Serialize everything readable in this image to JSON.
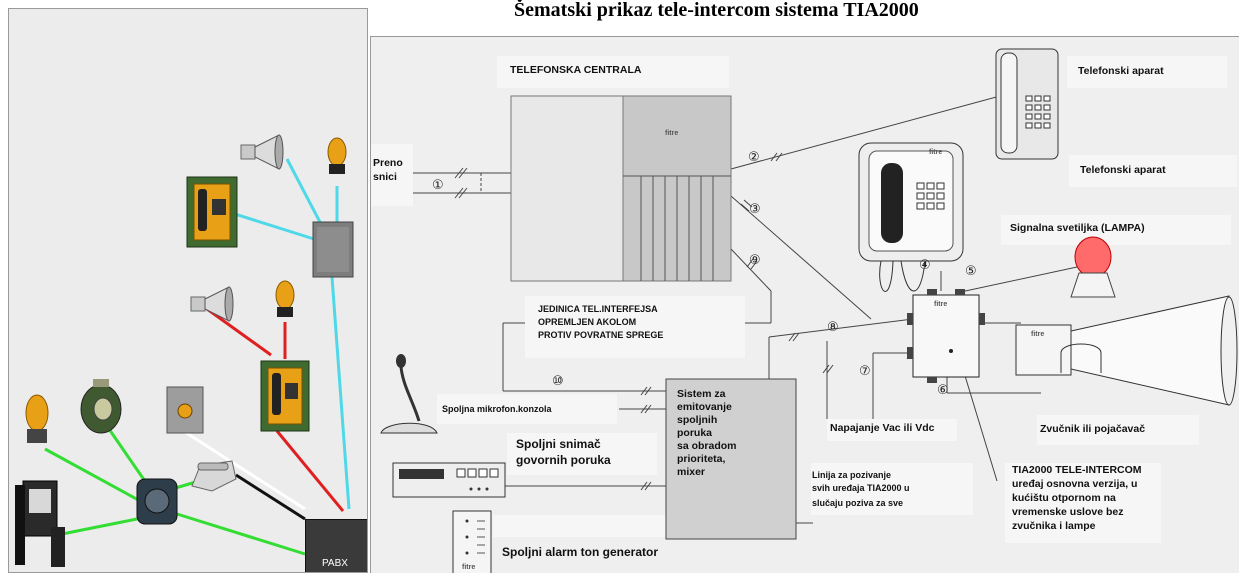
{
  "title": "Šematski prikaz tele-intercom sistema TIA2000",
  "labels": {
    "telefonska_centrala": "TELEFONSKA CENTRALA",
    "telefonski_aparat_1": "Telefonski aparat",
    "telefonski_aparat_2": "Telefonski aparat",
    "prenosnici_1": "Preno",
    "prenosnici_2": "snici",
    "signalna_svetiljka": "Signalna svetiljka (LAMPA)",
    "jedinica_line1": "JEDINICA TEL.INTERFEJSA",
    "jedinica_line2": "OPREMLJEN AKOLOM",
    "jedinica_line3": "PROTIV POVRATNE SPREGE",
    "mikrofon": "Spoljna mikrofon.konzola",
    "snimac_line1": "Spoljni snimač",
    "snimac_line2": "govornih poruka",
    "sistem_line1": "Sistem za",
    "sistem_line2": "emitovanje",
    "sistem_line3": "spoljnih",
    "sistem_line4": "poruka",
    "sistem_line5": "sa obradom",
    "sistem_line6": "prioriteta,",
    "sistem_line7": "mixer",
    "napajanje": "Napajanje Vac ili Vdc",
    "zvucnik": "Zvučnik ili pojačavač",
    "linija_line1": "Linija za pozivanje",
    "linija_line2": "svih uređaja TIA2000 u",
    "linija_line3": "slučaju poziva za sve",
    "tia_line1": "TIA2000 TELE-INTERCOM",
    "tia_line2": "uređaj osnovna verzija, u",
    "tia_line3": "kućištu otpornom na",
    "tia_line4": "vremenske uslove bez",
    "tia_line5": "zvučnika i lampe",
    "alarm": "Spoljni alarm ton generator",
    "pabx": "PABX",
    "brand": "fitre"
  },
  "markers": [
    "①",
    "②",
    "③",
    "⑨",
    "④",
    "⑤",
    "⑧",
    "⑦",
    "⑥",
    "⑩"
  ],
  "colors": {
    "cyan_link": "#4fd8e8",
    "red_link": "#e02020",
    "green_link": "#33dd33",
    "white_link": "#ffffff",
    "black_link": "#111111",
    "device_orange": "#e8a017",
    "device_green": "#3f6b30"
  },
  "devices": [
    "horn-speaker",
    "beacon-lamp",
    "intercom-phone",
    "speaker-box",
    "horn-speaker",
    "beacon-lamp",
    "intercom-phone",
    "beacon-lamp",
    "horn-speaker",
    "wall-speaker",
    "desk-phone",
    "intercom-unit",
    "keypad-phone",
    "pabx"
  ]
}
